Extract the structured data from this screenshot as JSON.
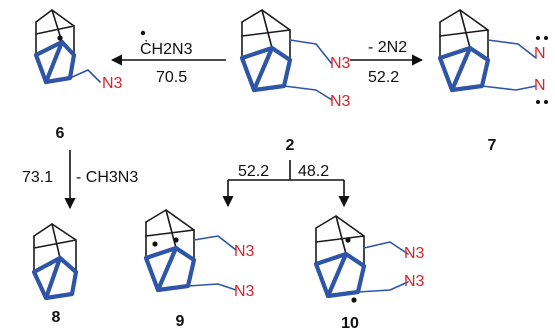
{
  "compounds": {
    "c2": {
      "number": "2",
      "groups": [
        "N3",
        "N3"
      ]
    },
    "c6": {
      "number": "6",
      "groups": [
        "N3"
      ]
    },
    "c7": {
      "number": "7",
      "groups": [
        "N",
        "N"
      ]
    },
    "c8": {
      "number": "8"
    },
    "c9": {
      "number": "9",
      "groups": [
        "N3",
        "N3"
      ]
    },
    "c10": {
      "number": "10",
      "groups": [
        "N3",
        "N3"
      ]
    }
  },
  "reactions": {
    "to6": {
      "reagent": "ĊH2N3",
      "value": "70.5"
    },
    "to7": {
      "reagent": "- 2N2",
      "value": "52.2"
    },
    "to8": {
      "value": "73.1",
      "reagent": "- CH3N3"
    },
    "to9": {
      "value": "52.2"
    },
    "to10": {
      "value": "48.2"
    }
  },
  "colors": {
    "skeleton": "#1a1a1a",
    "bold_bonds": "#2f55a8",
    "azide_text": "#d9252a"
  }
}
